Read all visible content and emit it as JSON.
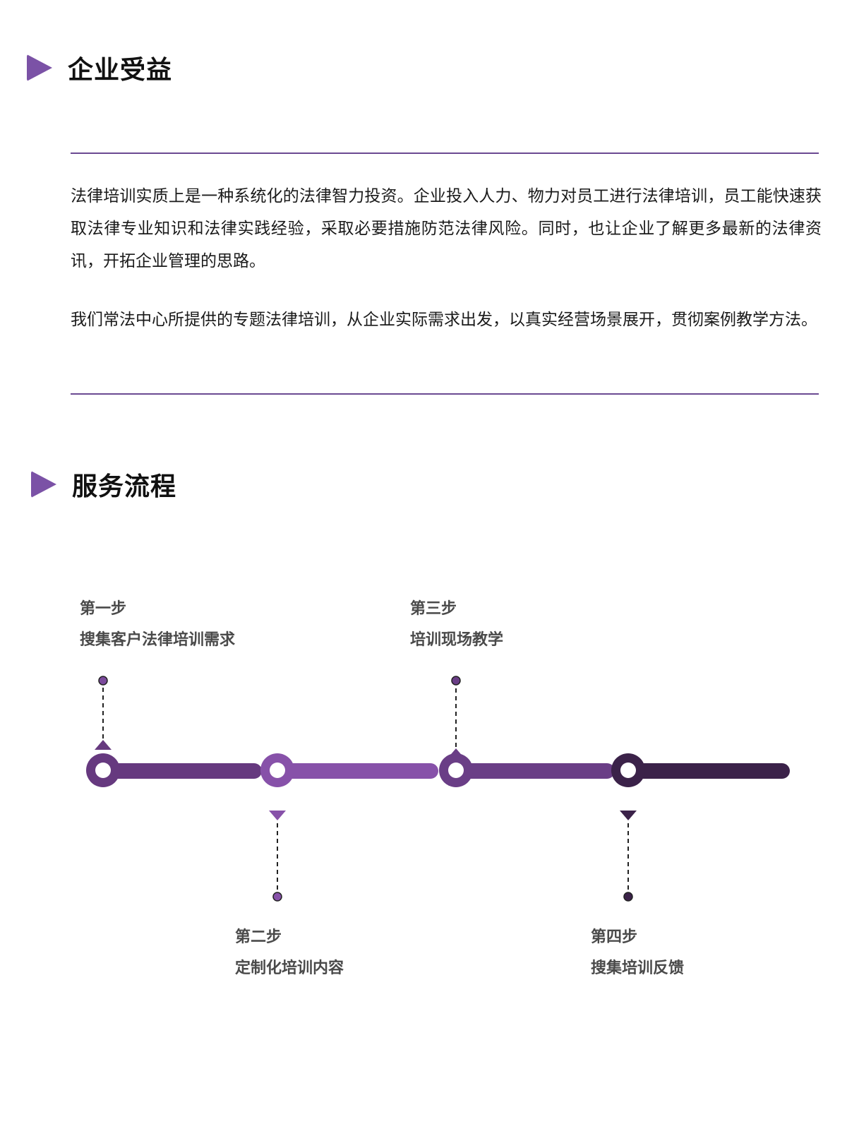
{
  "section1": {
    "title": "企业受益",
    "paragraphs": [
      "法律培训实质上是一种系统化的法律智力投资。企业投入人力、物力对员工进行法律培训，员工能快速获取法律专业知识和法律实践经验，采取必要措施防范法律风险。同时，也让企业了解更多最新的法律资讯，开拓企业管理的思路。",
      "我们常法中心所提供的专题法律培训，从企业实际需求出发，以真实经营场景展开，贯彻案例教学方法。"
    ]
  },
  "section2": {
    "title": "服务流程",
    "steps": [
      {
        "label": "第一步",
        "desc": "搜集客户法律培训需求",
        "color": "#66397f"
      },
      {
        "label": "第二步",
        "desc": "定制化培训内容",
        "color": "#8751a9"
      },
      {
        "label": "第三步",
        "desc": "培训现场教学",
        "color": "#6a3e86"
      },
      {
        "label": "第四步",
        "desc": "搜集培训反馈",
        "color": "#3b2249"
      }
    ]
  },
  "colors": {
    "accent": "#7b52a6",
    "rule": "#6b4a92"
  }
}
